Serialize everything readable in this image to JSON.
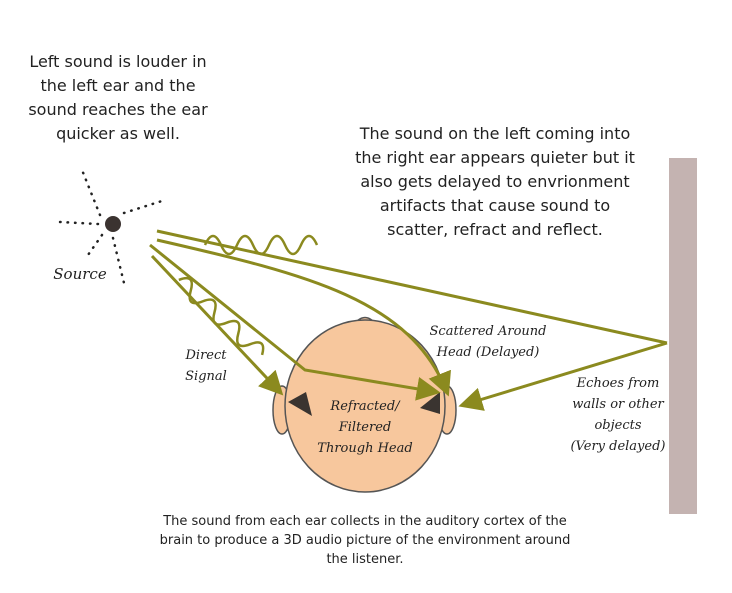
{
  "texts": {
    "left_note": "Left sound is louder in\nthe left ear and the\nsound reaches the ear\nquicker as well.",
    "right_note": "The sound on the left coming into\nthe right ear appears quieter but it\nalso gets delayed to envrionment\nartifacts that cause sound to\nscatter, refract and reflect.",
    "bottom_note": "The sound from each ear collects in the auditory cortex of the\nbrain to produce a 3D audio picture of the environment around\nthe listener."
  },
  "labels": {
    "source": "Source",
    "direct_signal": "Direct\nSignal",
    "scattered": "Scattered Around\nHead (Delayed)",
    "refracted": "Refracted/\nFiltered\nThrough Head",
    "echoes": "Echoes from\nwalls or other\nobjects\n(Very delayed)"
  },
  "colors": {
    "arrow": "#8b8a1f",
    "head": "#f7c79d",
    "outline": "#555555",
    "wall": "#c4b3b1",
    "source": "#3b3330"
  }
}
